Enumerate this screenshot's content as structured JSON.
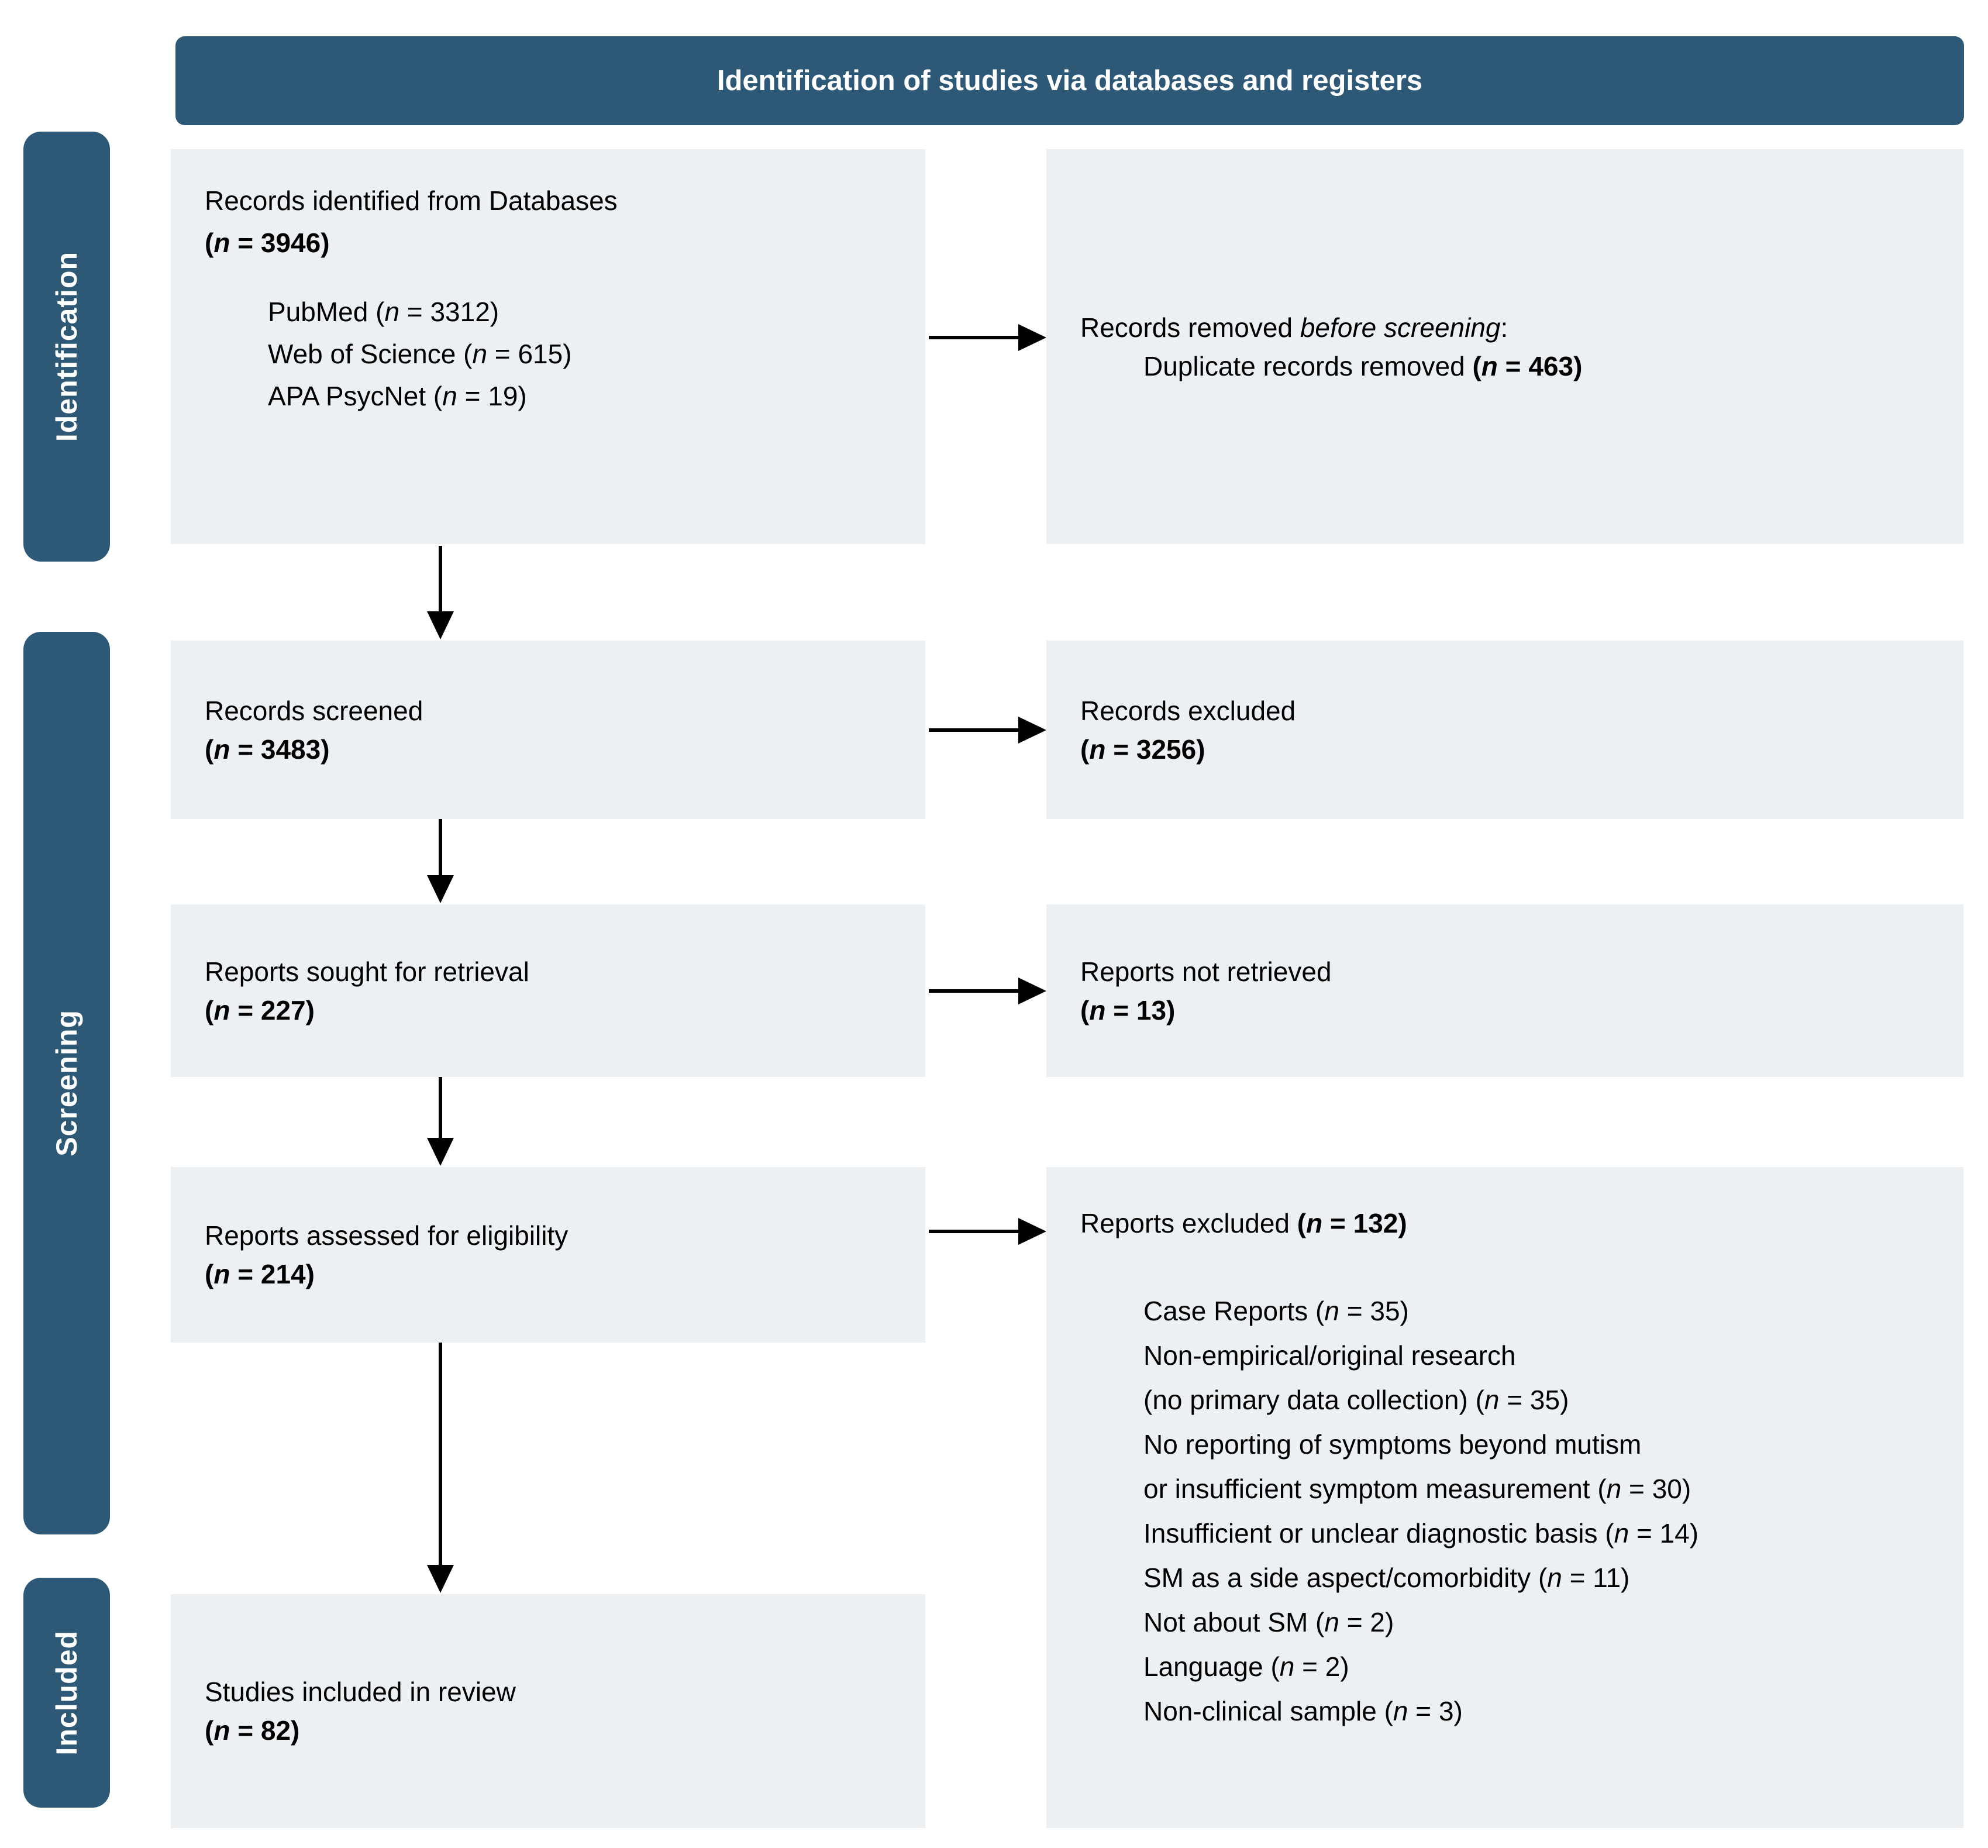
{
  "colors": {
    "bar": "#2d5977",
    "box": "#ecf0f3",
    "arrow": "#000000"
  },
  "header": {
    "title": "Identification of studies via databases and registers"
  },
  "stages": [
    {
      "label": "Identification"
    },
    {
      "label": "Screening"
    },
    {
      "label": "Included"
    }
  ],
  "boxes": {
    "identified": {
      "title": "Records identified from Databases",
      "n": "(n = 3946)",
      "sources": [
        "PubMed (n = 3312)",
        "Web of Science (n = 615)",
        "APA PsycNet (n = 19)"
      ]
    },
    "removed": {
      "pre": "Records removed ",
      "italic": "before screening",
      "post": ":",
      "detail": "Duplicate records removed ",
      "detail_n": "(n = 463)"
    },
    "screened": {
      "title": "Records screened",
      "n": "(n = 3483)"
    },
    "excluded": {
      "title": "Records excluded",
      "n": "(n = 3256)"
    },
    "sought": {
      "title": "Reports sought for retrieval",
      "n": "(n = 227)"
    },
    "notretrieved": {
      "title": "Reports not retrieved",
      "n": "(n = 13)"
    },
    "assessed": {
      "title": "Reports assessed for eligibility",
      "n": "(n = 214)"
    },
    "reports_excluded": {
      "title": "Reports excluded ",
      "n": "(n = 132)",
      "reasons": [
        "Case Reports (n = 35)",
        "Non-empirical/original research",
        "(no primary data collection) (n = 35)",
        "No reporting of symptoms beyond mutism",
        "or insufficient symptom measurement (n = 30)",
        "Insufficient or unclear diagnostic basis (n = 14)",
        "SM as a side aspect/comorbidity (n = 11)",
        "Not about SM (n = 2)",
        "Language (n = 2)",
        "Non-clinical sample (n = 3)"
      ]
    },
    "included": {
      "title": "Studies included in review",
      "n": "(n = 82)"
    }
  }
}
